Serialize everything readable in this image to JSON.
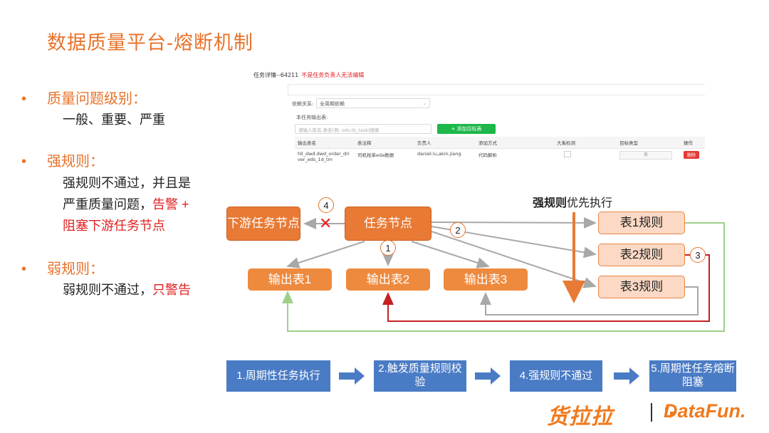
{
  "title": "数据质量平台-熔断机制",
  "bullets": {
    "levels": {
      "heading": "质量问题级别：",
      "line": "一般、重要、严重"
    },
    "strong": {
      "heading": "强规则：",
      "line1": "强规则不通过，并且是",
      "line2a": "严重质量问题，",
      "line2b": "告警 +",
      "line3": "阻塞下游任务节点"
    },
    "weak": {
      "heading": "弱规则：",
      "line_a": "弱规则不通过，",
      "line_b": "只警告"
    }
  },
  "screenshot": {
    "task_title": "任务详情--64211",
    "task_warning": "不是任务负责人无法编辑",
    "dep_label": "依赖关系:",
    "dep_value": "全周期依赖",
    "output_label": "本任务输出表:",
    "search_placeholder": "请输入库名.表名(例: ods.tb_task)搜索",
    "add_button": "+ 添加目标表",
    "columns": [
      "输出表名",
      "表注释",
      "负责人",
      "添加方式",
      "大禹检测",
      "目标类型",
      "操作"
    ],
    "row": {
      "table_name": "hll_dwd.dwd_order_driver_eds_1d_tm",
      "comment": "司机抢单eda数据",
      "owner": "daniel.lu,akin.jiang",
      "method": "代码解析",
      "target_type": "表",
      "action": "删除"
    }
  },
  "diagram": {
    "downstream": "下游任务节点",
    "task_node": "任务节点",
    "outputs": [
      "输出表1",
      "输出表2",
      "输出表3"
    ],
    "rules": [
      "表1规则",
      "表2规则",
      "表3规则"
    ],
    "strong_first_bold": "强规则",
    "strong_first_rest": "优先执行",
    "circles": [
      "1",
      "2",
      "3",
      "4"
    ],
    "cross": "✕",
    "colors": {
      "orange": "#e87a35",
      "red": "#c62020",
      "green": "#9fd08a",
      "gray": "#a8a8a8"
    }
  },
  "process": {
    "steps": [
      "1.周期性任务执行",
      "2.触发质量规则校验",
      "4.强规则不通过",
      "5.周期性任务熔断阻塞"
    ]
  },
  "logos": {
    "huolala": "货拉拉",
    "datafun": "DataFun."
  }
}
